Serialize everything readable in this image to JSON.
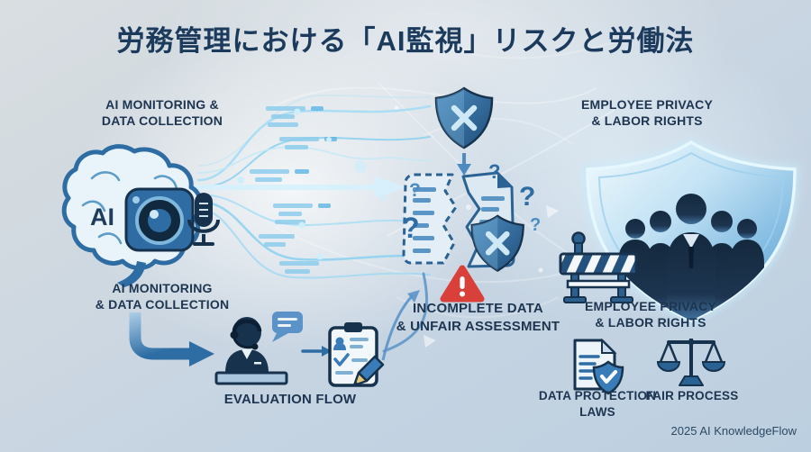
{
  "title": "労務管理における「AI監視」リスクと労働法",
  "footer": {
    "credit": "2025 AI KnowledgeFlow"
  },
  "left": {
    "top_label": "AI MONITORING &\nDATA COLLECTION",
    "bottom_label": "AI MONITORING\n& DATA COLLECTION",
    "brain_text": "AI"
  },
  "center": {
    "warning_label": "INCOMPLETE DATA\n& UNFAIR ASSESSMENT",
    "qmark": "?"
  },
  "flow": {
    "evaluation_label": "EVALUATION FLOW"
  },
  "right": {
    "top_label": "EMPLOYEE PRIVACY\n& LABOR RIGHTS",
    "bottom_label": "EMPLOYEE PRIVACY\n& LABOR RIGHTS",
    "law_label": "DATA PROTECTION\nLAWS",
    "fair_label": "FAIR PROCESS"
  },
  "colors": {
    "navy_text": "#1d3550",
    "title_navy": "#1b3a5c",
    "steel_blue": "#2e6da4",
    "shield_blue": "#2b6294",
    "stream_cyan": "#a8ddf4",
    "alert_red": "#d9403a",
    "bg_light": "#d9dee1",
    "bg_blue": "#bccfe0"
  },
  "icons": {
    "brain-ai-icon": "blue brain with AI label, camera lens and microphone",
    "data-stream": "glowing data lines flowing right with arrow",
    "shield-x-icon": "shield with X mark",
    "broken-document-icon": "torn document with question marks",
    "warning-triangle-icon": "red warning triangle with exclamation",
    "privacy-shield-icon": "glowing shield holding five worker silhouettes",
    "barrier-icon": "striped construction barrier",
    "operator-desk-icon": "support agent with headset at desk",
    "speech-bubble-icon": "speech bubble with text lines",
    "clipboard-pencil-icon": "evaluation checklist with pencil",
    "doc-shield-check-icon": "document with shield checkmark",
    "scales-icon": "scales of justice",
    "elbow-arrow": "down-then-right flow arrow",
    "right-arrow": "small right arrow"
  }
}
